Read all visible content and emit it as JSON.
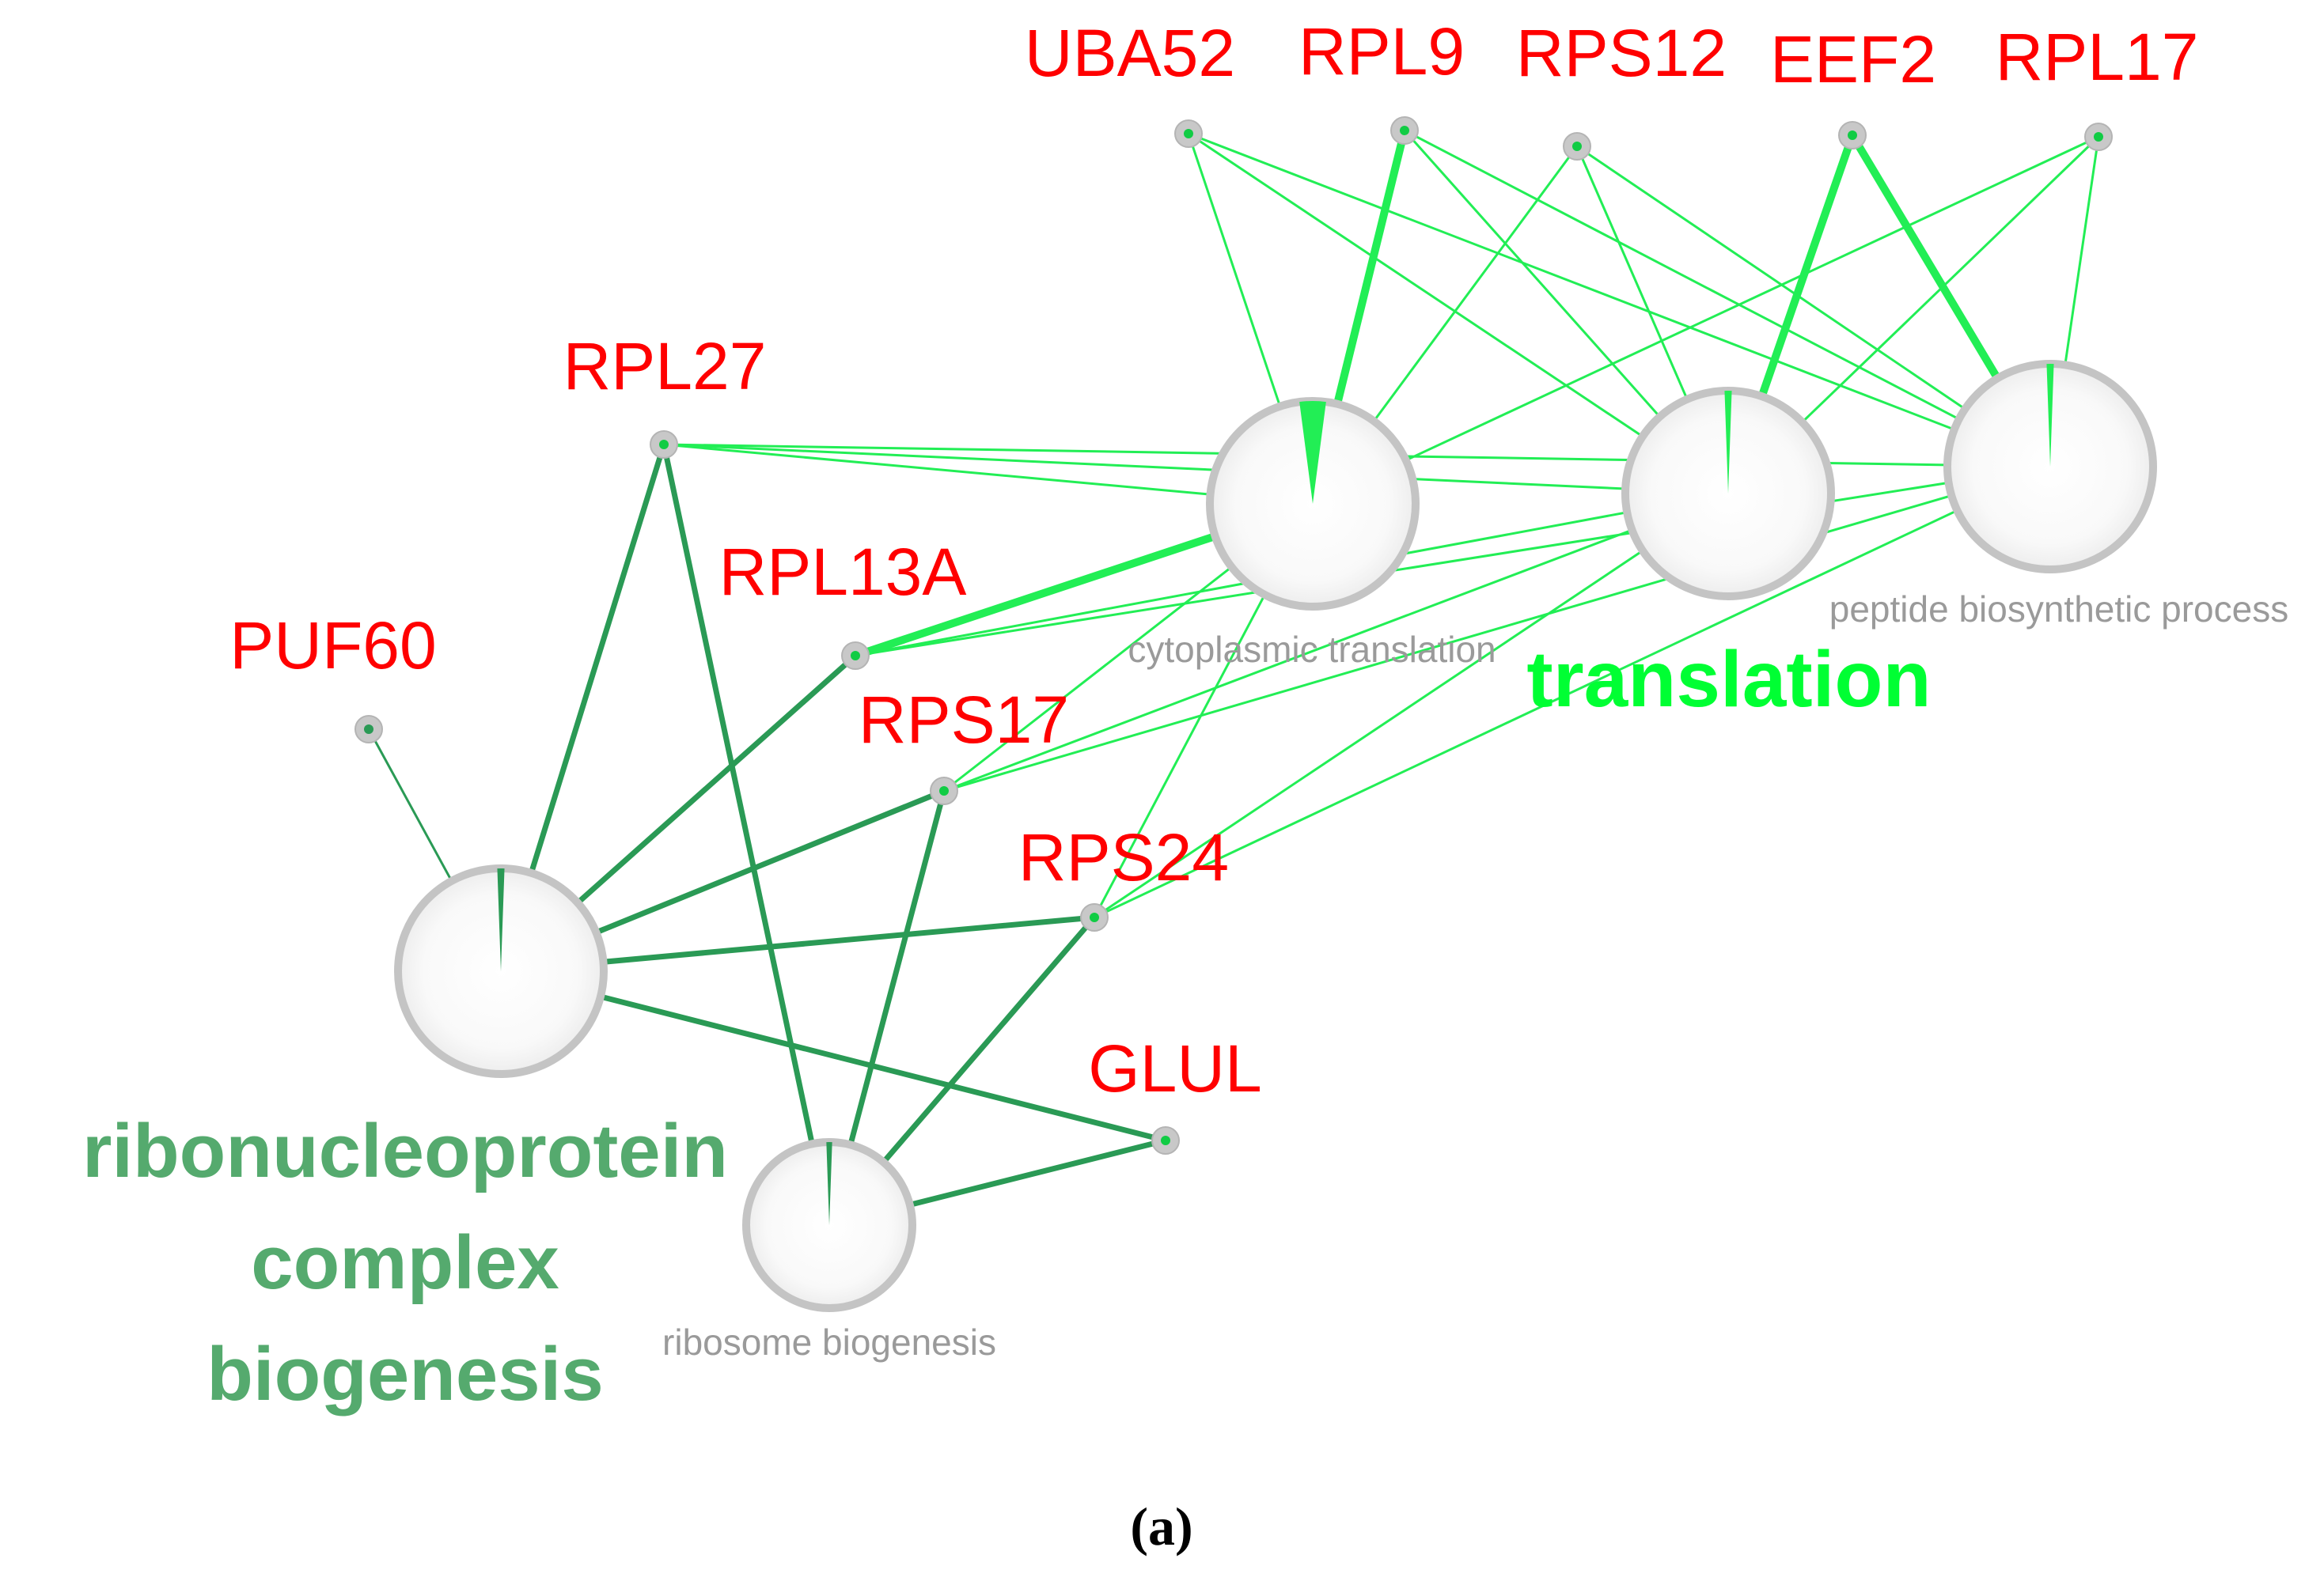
{
  "colors": {
    "gene_label": "#ff0000",
    "term_label": "#9a9a9a",
    "translation_cluster": "#00ff33",
    "ribonucleoprotein_cluster": "#55aa6e",
    "edge_translation": "#22ee55",
    "edge_ribonucleoprotein": "#2a9a55",
    "node_ring": "#c4c4c4"
  },
  "genes": [
    {
      "id": "UBA52",
      "label": "UBA52"
    },
    {
      "id": "RPL9",
      "label": "RPL9"
    },
    {
      "id": "RPS12",
      "label": "RPS12"
    },
    {
      "id": "EEF2",
      "label": "EEF2"
    },
    {
      "id": "RPL17",
      "label": "RPL17"
    },
    {
      "id": "RPL27",
      "label": "RPL27"
    },
    {
      "id": "RPL13A",
      "label": "RPL13A"
    },
    {
      "id": "PUF60",
      "label": "PUF60"
    },
    {
      "id": "RPS17",
      "label": "RPS17"
    },
    {
      "id": "RPS24",
      "label": "RPS24"
    },
    {
      "id": "GLUL",
      "label": "GLUL"
    }
  ],
  "terms": [
    {
      "id": "cytoplasmic_translation",
      "label": "cytoplasmic translation",
      "cluster": "translation"
    },
    {
      "id": "translation",
      "label": "",
      "cluster": "translation"
    },
    {
      "id": "peptide_biosynthetic_process",
      "label": "peptide biosynthetic process",
      "cluster": "translation"
    },
    {
      "id": "rnp_complex_biogenesis",
      "label": "",
      "cluster": "ribonucleoprotein"
    },
    {
      "id": "ribosome_biogenesis",
      "label": "ribosome biogenesis",
      "cluster": "ribonucleoprotein"
    }
  ],
  "clusters": {
    "translation": {
      "label": "translation"
    },
    "ribonucleoprotein": {
      "lines": [
        "ribonucleoprotein",
        "complex",
        "biogenesis"
      ]
    }
  },
  "edges": [
    {
      "from": "UBA52",
      "to": "cytoplasmic_translation",
      "cluster": "translation"
    },
    {
      "from": "UBA52",
      "to": "translation",
      "cluster": "translation"
    },
    {
      "from": "UBA52",
      "to": "peptide_biosynthetic_process",
      "cluster": "translation"
    },
    {
      "from": "RPL9",
      "to": "cytoplasmic_translation",
      "cluster": "translation",
      "weight": "strong"
    },
    {
      "from": "RPL9",
      "to": "translation",
      "cluster": "translation"
    },
    {
      "from": "RPL9",
      "to": "peptide_biosynthetic_process",
      "cluster": "translation"
    },
    {
      "from": "RPS12",
      "to": "cytoplasmic_translation",
      "cluster": "translation"
    },
    {
      "from": "RPS12",
      "to": "translation",
      "cluster": "translation"
    },
    {
      "from": "RPS12",
      "to": "peptide_biosynthetic_process",
      "cluster": "translation"
    },
    {
      "from": "EEF2",
      "to": "translation",
      "cluster": "translation",
      "weight": "strong"
    },
    {
      "from": "EEF2",
      "to": "peptide_biosynthetic_process",
      "cluster": "translation",
      "weight": "strong"
    },
    {
      "from": "RPL17",
      "to": "cytoplasmic_translation",
      "cluster": "translation"
    },
    {
      "from": "RPL17",
      "to": "translation",
      "cluster": "translation"
    },
    {
      "from": "RPL17",
      "to": "peptide_biosynthetic_process",
      "cluster": "translation"
    },
    {
      "from": "RPL27",
      "to": "cytoplasmic_translation",
      "cluster": "translation"
    },
    {
      "from": "RPL27",
      "to": "translation",
      "cluster": "translation"
    },
    {
      "from": "RPL27",
      "to": "peptide_biosynthetic_process",
      "cluster": "translation"
    },
    {
      "from": "RPL13A",
      "to": "cytoplasmic_translation",
      "cluster": "translation",
      "weight": "strong"
    },
    {
      "from": "RPL13A",
      "to": "translation",
      "cluster": "translation"
    },
    {
      "from": "RPL13A",
      "to": "peptide_biosynthetic_process",
      "cluster": "translation"
    },
    {
      "from": "RPS17",
      "to": "cytoplasmic_translation",
      "cluster": "translation"
    },
    {
      "from": "RPS17",
      "to": "translation",
      "cluster": "translation"
    },
    {
      "from": "RPS17",
      "to": "peptide_biosynthetic_process",
      "cluster": "translation"
    },
    {
      "from": "RPS24",
      "to": "cytoplasmic_translation",
      "cluster": "translation"
    },
    {
      "from": "RPS24",
      "to": "translation",
      "cluster": "translation"
    },
    {
      "from": "RPS24",
      "to": "peptide_biosynthetic_process",
      "cluster": "translation"
    },
    {
      "from": "RPL27",
      "to": "rnp_complex_biogenesis",
      "cluster": "ribonucleoprotein"
    },
    {
      "from": "RPL27",
      "to": "ribosome_biogenesis",
      "cluster": "ribonucleoprotein"
    },
    {
      "from": "RPL13A",
      "to": "rnp_complex_biogenesis",
      "cluster": "ribonucleoprotein"
    },
    {
      "from": "PUF60",
      "to": "rnp_complex_biogenesis",
      "cluster": "ribonucleoprotein",
      "weight": "thin"
    },
    {
      "from": "RPS17",
      "to": "rnp_complex_biogenesis",
      "cluster": "ribonucleoprotein"
    },
    {
      "from": "RPS17",
      "to": "ribosome_biogenesis",
      "cluster": "ribonucleoprotein"
    },
    {
      "from": "RPS24",
      "to": "rnp_complex_biogenesis",
      "cluster": "ribonucleoprotein"
    },
    {
      "from": "RPS24",
      "to": "ribosome_biogenesis",
      "cluster": "ribonucleoprotein"
    },
    {
      "from": "GLUL",
      "to": "rnp_complex_biogenesis",
      "cluster": "ribonucleoprotein"
    },
    {
      "from": "GLUL",
      "to": "ribosome_biogenesis",
      "cluster": "ribonucleoprotein"
    }
  ],
  "panel_label": "(a)"
}
